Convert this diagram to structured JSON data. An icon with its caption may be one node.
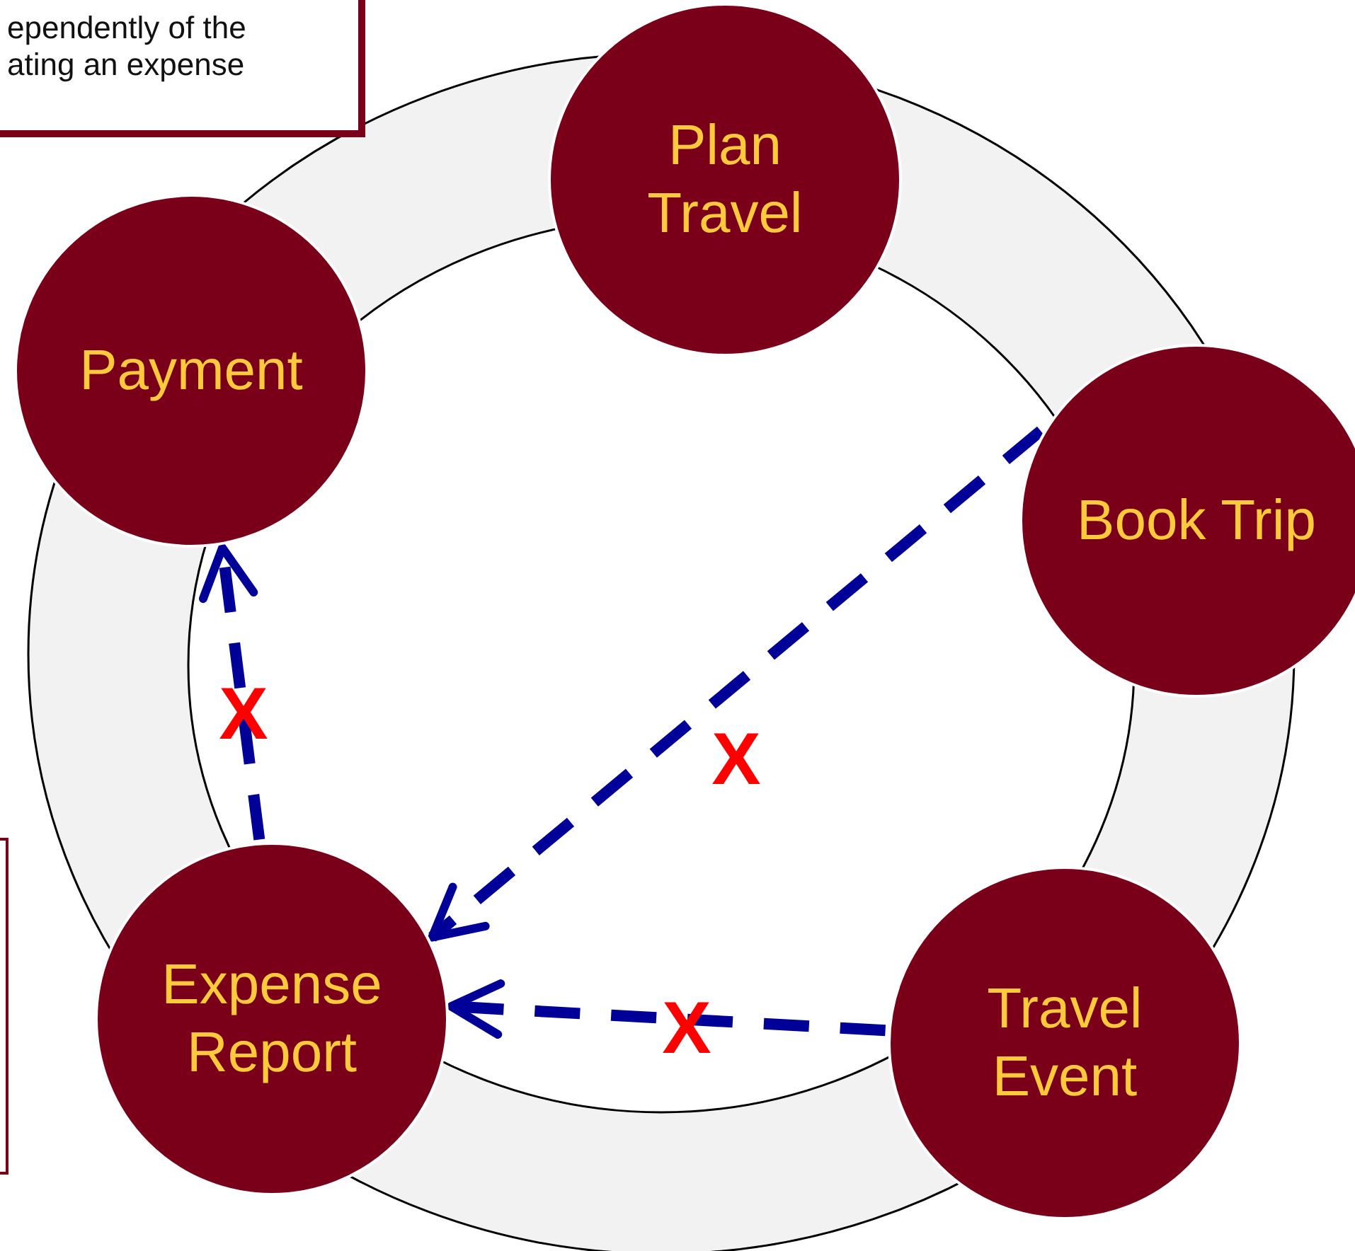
{
  "diagram": {
    "nodes": [
      {
        "text": [
          "ependently of the ating an expense"
        ]
      },
      {
        "text": [
          "Plan Travel"
        ]
      },
      {
        "text": [
          "Book Trip"
        ]
      },
      {
        "text": [
          "Travel Event"
        ]
      },
      {
        "text": [
          "Expense Report"
        ]
      },
      {
        "text": [
          "Payment"
        ]
      },
      {
        "text": [],
        "shape": "box"
      }
    ],
    "edges": [
      {
        "from": 2,
        "to": 4,
        "arrow": "to",
        "label": "X",
        "style": "dashed"
      },
      {
        "from": 3,
        "to": 4,
        "arrow": "to",
        "label": "X",
        "style": "dashed"
      },
      {
        "from": 4,
        "to": 5,
        "arrow": "to",
        "label": "X",
        "style": "dashed"
      }
    ]
  }
}
